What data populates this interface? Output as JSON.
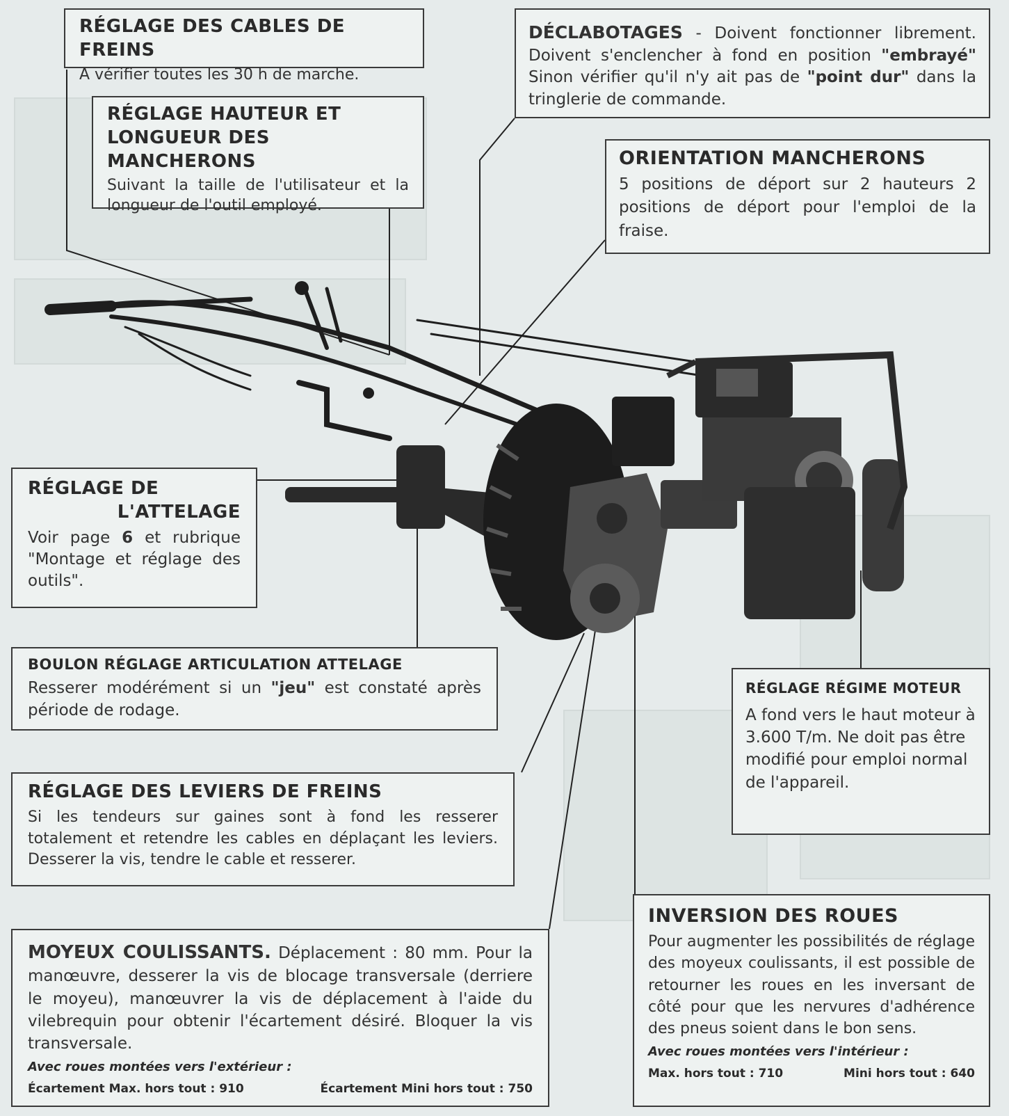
{
  "boxes": {
    "cables": {
      "title": "RÉGLAGE DES CABLES DE FREINS",
      "text": "A vérifier toutes les 30 h de marche."
    },
    "hauteur": {
      "title": "RÉGLAGE HAUTEUR ET LONGUEUR DES MANCHERONS",
      "text": "Suivant la taille de l'utilisateur et la longueur de l'outil employé."
    },
    "declabotages": {
      "title": "DÉCLABOTAGES",
      "text_1": " - Doivent fonctionner librement. Doivent s'enclencher à fond en position ",
      "em_1": "\"embrayé\"",
      "text_2": " Sinon vérifier qu'il n'y ait pas de ",
      "em_2": "\"point dur\"",
      "text_3": " dans la tringlerie de commande."
    },
    "orientation": {
      "title": "ORIENTATION MANCHERONS",
      "text": "5 positions de déport sur 2 hauteurs 2 positions de déport pour l'emploi de la fraise."
    },
    "attelage": {
      "title_1": "RÉGLAGE DE",
      "title_2": "L'ATTELAGE",
      "text_1": "Voir page ",
      "page": "6",
      "text_2": " et rubrique \"Montage et réglage des outils\"."
    },
    "boulon": {
      "title": "BOULON RÉGLAGE ARTICULATION ATTELAGE",
      "text_1": "Resserer modérément si un ",
      "em": "\"jeu\"",
      "text_2": " est constaté après période de rodage."
    },
    "regime": {
      "title": "RÉGLAGE RÉGIME MOTEUR",
      "text": "A fond vers le haut moteur à 3.600 T/m. Ne doit pas être modifié pour emploi normal de l'appareil."
    },
    "leviers": {
      "title": "RÉGLAGE DES LEVIERS DE FREINS",
      "text": "Si les tendeurs sur gaines sont à fond les resserer totalement et retendre les cables en déplaçant les leviers. Desserer la vis, tendre le cable et resserer."
    },
    "moyeux": {
      "title": "MOYEUX COULISSANTS.",
      "text": " Déplacement : 80 mm. Pour la manœuvre, desserer la vis de blocage transversale (derriere le moyeu), manœuvrer la vis de déplacement à l'aide du vilebrequin pour obtenir l'écartement désiré. Bloquer la vis transversale.",
      "note": "Avec roues montées vers l'extérieur :",
      "spec_left": "Écartement Max. hors tout : 910",
      "spec_right": "Écartement Mini hors tout : 750"
    },
    "inversion": {
      "title": "INVERSION DES ROUES",
      "text": "Pour augmenter les possibilités de réglage des moyeux coulissants, il est possible de retourner les roues en les inversant de côté pour que les nervures d'adhérence des pneus soient dans le bon sens.",
      "note": "Avec roues montées vers l'intérieur :",
      "spec_left": "Max. hors tout : 710",
      "spec_right": "Mini hors tout : 640"
    }
  },
  "colors": {
    "background": "#e6ebeb",
    "box_fill": "#eef2f1",
    "border": "#3a3a3a",
    "machine": "#2a2a2a"
  }
}
